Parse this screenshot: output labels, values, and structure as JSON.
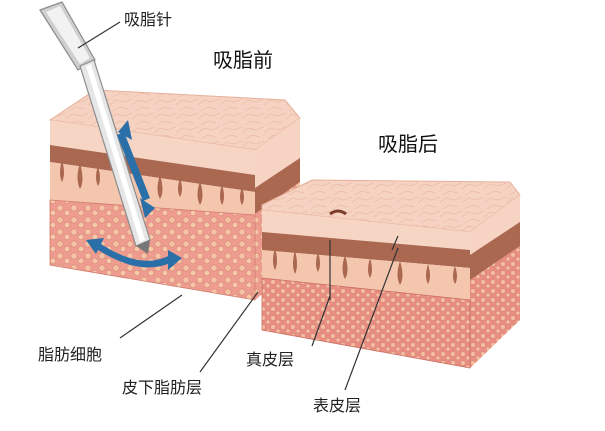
{
  "labels": {
    "needle": "吸脂针",
    "before": "吸脂前",
    "after": "吸脂后",
    "fat_cells": "脂肪细胞",
    "subcutaneous_fat": "皮下脂肪层",
    "dermis": "真皮层",
    "epidermis": "表皮层"
  },
  "colors": {
    "skin_top": "#f4c9b6",
    "skin_light": "#f7d7c6",
    "dermis_brown": "#a9684f",
    "fat_pink": "#ee9c8f",
    "fat_dots": "#f6c8a8",
    "arrow_blue": "#2a6fa8",
    "needle": "#d9d9d9"
  }
}
